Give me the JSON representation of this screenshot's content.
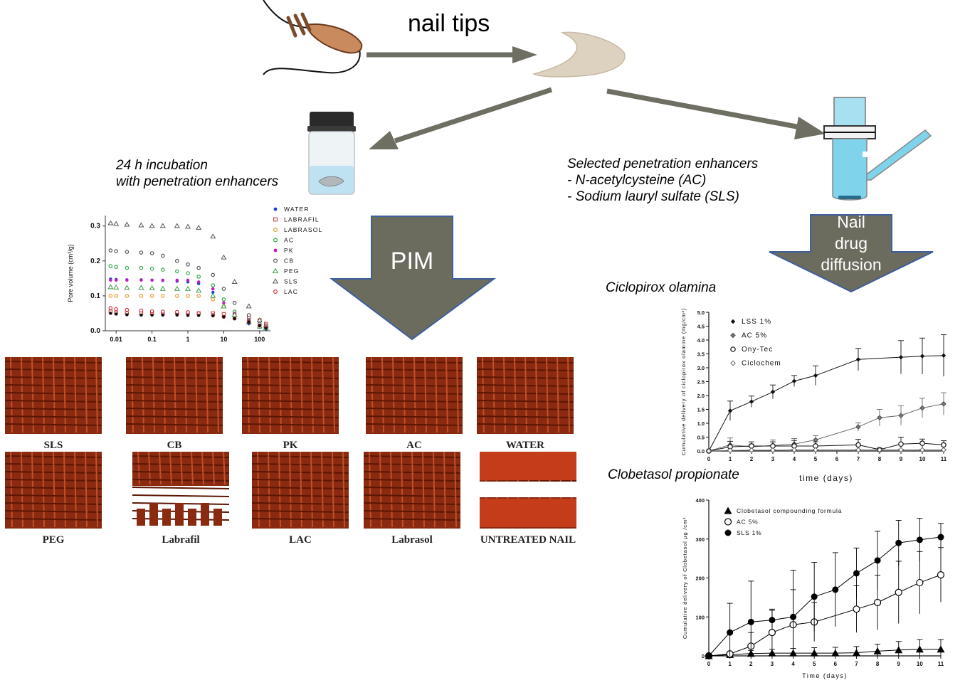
{
  "header": {
    "title": "nail tips"
  },
  "steps": {
    "incubation_line1": "24 h incubation",
    "incubation_line2": "with penetration enhancers",
    "selected_line1": "Selected penetration enhancers",
    "selected_line2": "- N-acetylcysteine (AC)",
    "selected_line3": "- Sodium lauryl sulfate (SLS)"
  },
  "arrows": {
    "pim_label": "PIM",
    "diffusion_label_1": "Nail",
    "diffusion_label_2": "drug",
    "diffusion_label_3": "diffusion"
  },
  "colors": {
    "arrow_gray": "#6e6e62",
    "arrow_fill": "#6b6b5e",
    "arrow_stroke": "#3f5f9e",
    "nail_red": "#8a2a10",
    "water_blue": "#7fd3ea"
  },
  "pore_grids": [
    {
      "label": "SLS"
    },
    {
      "label": "CB"
    },
    {
      "label": "PK"
    },
    {
      "label": "AC"
    },
    {
      "label": "WATER"
    },
    {
      "label": "PEG"
    },
    {
      "label": "Labrafil"
    },
    {
      "label": "LAC"
    },
    {
      "label": "Labrasol"
    },
    {
      "label": "UNTREATED NAIL"
    }
  ],
  "chart_data": [
    {
      "type": "scatter",
      "ylabel": "Pore volume (cm³/g)",
      "xlabel": "",
      "x_scale": "log",
      "xticks": [
        "0.01",
        "0.1",
        "1",
        "10",
        "100"
      ],
      "yticks": [
        "0.0",
        "0.1",
        "0.2",
        "0.3"
      ],
      "ylim": [
        0,
        0.33
      ],
      "legend": "top-right",
      "x": [
        0.007,
        0.01,
        0.02,
        0.05,
        0.1,
        0.2,
        0.5,
        1,
        2,
        5,
        10,
        20,
        50,
        100,
        150
      ],
      "series": [
        {
          "name": "WATER",
          "color": "#1f3fd0",
          "marker": "dot",
          "values": [
            0.148,
            0.147,
            0.146,
            0.146,
            0.145,
            0.144,
            0.142,
            0.14,
            0.135,
            0.11,
            0.07,
            0.04,
            0.02,
            0.01,
            0.005
          ]
        },
        {
          "name": "LABRAFIL",
          "color": "#c0392b",
          "marker": "square",
          "values": [
            0.055,
            0.052,
            0.05,
            0.05,
            0.05,
            0.05,
            0.05,
            0.05,
            0.05,
            0.05,
            0.048,
            0.045,
            0.04,
            0.03,
            0.02
          ]
        },
        {
          "name": "LABRASOL",
          "color": "#e69a2e",
          "marker": "circle",
          "values": [
            0.1,
            0.1,
            0.1,
            0.1,
            0.1,
            0.1,
            0.1,
            0.1,
            0.1,
            0.09,
            0.07,
            0.05,
            0.03,
            0.015,
            0.01
          ]
        },
        {
          "name": "AC",
          "color": "#2ea84a",
          "marker": "circle",
          "values": [
            0.185,
            0.183,
            0.18,
            0.18,
            0.178,
            0.175,
            0.17,
            0.165,
            0.155,
            0.13,
            0.09,
            0.055,
            0.03,
            0.015,
            0.01
          ]
        },
        {
          "name": "PK",
          "color": "#c41ac4",
          "marker": "dot",
          "values": [
            0.145,
            0.145,
            0.145,
            0.145,
            0.145,
            0.145,
            0.145,
            0.145,
            0.14,
            0.12,
            0.08,
            0.05,
            0.03,
            0.015,
            0.01
          ]
        },
        {
          "name": "CB",
          "color": "#555555",
          "marker": "circle",
          "values": [
            0.23,
            0.228,
            0.226,
            0.224,
            0.222,
            0.215,
            0.2,
            0.19,
            0.18,
            0.16,
            0.12,
            0.08,
            0.045,
            0.02,
            0.01
          ]
        },
        {
          "name": "PEG",
          "color": "#3a9a4a",
          "marker": "triangle",
          "values": [
            0.125,
            0.124,
            0.123,
            0.123,
            0.122,
            0.12,
            0.12,
            0.12,
            0.115,
            0.1,
            0.07,
            0.045,
            0.025,
            0.012,
            0.008
          ]
        },
        {
          "name": "SLS",
          "color": "#555555",
          "marker": "triangle",
          "values": [
            0.308,
            0.306,
            0.304,
            0.302,
            0.3,
            0.3,
            0.3,
            0.298,
            0.295,
            0.27,
            0.21,
            0.14,
            0.07,
            0.03,
            0.015
          ]
        },
        {
          "name": "LAC",
          "color": "#d0364a",
          "marker": "circle",
          "values": [
            0.065,
            0.062,
            0.06,
            0.058,
            0.056,
            0.055,
            0.054,
            0.053,
            0.05,
            0.045,
            0.04,
            0.035,
            0.025,
            0.015,
            0.01
          ]
        },
        {
          "name": "",
          "color": "#111111",
          "marker": "dot",
          "values": [
            0.05,
            0.048,
            0.046,
            0.045,
            0.045,
            0.045,
            0.045,
            0.044,
            0.044,
            0.043,
            0.04,
            0.035,
            0.025,
            0.015,
            0.008
          ]
        }
      ]
    },
    {
      "type": "line",
      "title": "Ciclopirox olamina",
      "xlabel": "time (days)",
      "ylabel": "Cumulative delivery of ciclopirox olamine (mg/cm²)",
      "xlim": [
        0,
        11
      ],
      "ylim": [
        0,
        5
      ],
      "xticks": [
        "0",
        "1",
        "2",
        "3",
        "4",
        "5",
        "6",
        "7",
        "8",
        "9",
        "10",
        "11"
      ],
      "yticks": [
        "0.0",
        "0.5",
        "1.0",
        "1.5",
        "2.0",
        "2.5",
        "3.0",
        "3.5",
        "4.0",
        "4.5",
        "5.0"
      ],
      "legend": "top-left",
      "series": [
        {
          "name": "LSS 1%",
          "marker": "filled-diamond",
          "color": "#111111",
          "x": [
            0,
            1,
            2,
            3,
            4,
            5,
            7,
            9,
            10,
            11
          ],
          "values": [
            0,
            1.45,
            1.78,
            2.13,
            2.52,
            2.72,
            3.3,
            3.38,
            3.42,
            3.44
          ],
          "err": [
            0,
            0.35,
            0.2,
            0.25,
            0.2,
            0.35,
            0.4,
            0.6,
            0.65,
            0.75
          ]
        },
        {
          "name": "AC 5%",
          "marker": "gray-diamond",
          "color": "#666666",
          "x": [
            0,
            1,
            2,
            3,
            4,
            5,
            7,
            8,
            9,
            10,
            11
          ],
          "values": [
            0,
            0.22,
            0.15,
            0.2,
            0.25,
            0.4,
            0.87,
            1.2,
            1.28,
            1.55,
            1.7
          ],
          "err": [
            0,
            0.25,
            0.1,
            0.2,
            0.2,
            0.15,
            0.15,
            0.3,
            0.35,
            0.35,
            0.4
          ]
        },
        {
          "name": "Ony-Tec",
          "marker": "open-circle",
          "color": "#111111",
          "x": [
            0,
            1,
            2,
            3,
            4,
            5,
            7,
            8,
            9,
            10,
            11
          ],
          "values": [
            0,
            0.15,
            0.18,
            0.18,
            0.18,
            0.18,
            0.22,
            0.05,
            0.25,
            0.28,
            0.22
          ],
          "err": [
            0,
            0.2,
            0.15,
            0.15,
            0.2,
            0.15,
            0.2,
            0.05,
            0.25,
            0.15,
            0.15
          ]
        },
        {
          "name": "Ciclochem",
          "marker": "open-diamond",
          "color": "#666666",
          "x": [
            0,
            1,
            2,
            3,
            4,
            5,
            7,
            8,
            9,
            10,
            11
          ],
          "values": [
            0,
            0.02,
            0.03,
            0.03,
            0.04,
            0.04,
            0.04,
            0.04,
            0.04,
            0.04,
            0.04
          ],
          "err": [
            0,
            0.02,
            0.02,
            0.02,
            0.02,
            0.02,
            0.02,
            0.02,
            0.02,
            0.02,
            0.02
          ]
        }
      ]
    },
    {
      "type": "line",
      "title": "Clobetasol propionate",
      "xlabel": "Time (days)",
      "ylabel": "Cumulative delivery of Clobetasol µg /cm²",
      "xlim": [
        0,
        11
      ],
      "ylim": [
        0,
        400
      ],
      "xticks": [
        "0",
        "1",
        "2",
        "3",
        "4",
        "5",
        "6",
        "7",
        "8",
        "9",
        "10",
        "11"
      ],
      "yticks": [
        "0",
        "100",
        "200",
        "300",
        "400"
      ],
      "legend": "top-left",
      "series": [
        {
          "name": "Clobetasol compounding formula",
          "marker": "filled-triangle",
          "color": "#000000",
          "x": [
            0,
            1,
            2,
            3,
            4,
            5,
            6,
            7,
            8,
            9,
            10,
            11
          ],
          "values": [
            0,
            3,
            6,
            7,
            7,
            7,
            7,
            8,
            12,
            15,
            17,
            17
          ],
          "err": [
            0,
            5,
            8,
            10,
            12,
            14,
            15,
            16,
            18,
            22,
            25,
            25
          ]
        },
        {
          "name": "AC 5%",
          "marker": "open-circle",
          "color": "#000000",
          "x": [
            0,
            1,
            2,
            3,
            4,
            5,
            7,
            8,
            9,
            10,
            11
          ],
          "values": [
            0,
            5,
            25,
            60,
            80,
            87,
            120,
            137,
            163,
            188,
            208
          ],
          "err": [
            0,
            5,
            35,
            60,
            90,
            50,
            60,
            70,
            80,
            80,
            70
          ]
        },
        {
          "name": "SLS 1%",
          "marker": "filled-circle",
          "color": "#000000",
          "x": [
            0,
            1,
            2,
            3,
            4,
            5,
            6,
            7,
            8,
            9,
            10,
            11
          ],
          "values": [
            0,
            60,
            87,
            92,
            100,
            152,
            170,
            212,
            245,
            290,
            298,
            305
          ],
          "err": [
            0,
            75,
            105,
            25,
            120,
            88,
            95,
            65,
            75,
            58,
            55,
            35
          ]
        }
      ]
    }
  ]
}
